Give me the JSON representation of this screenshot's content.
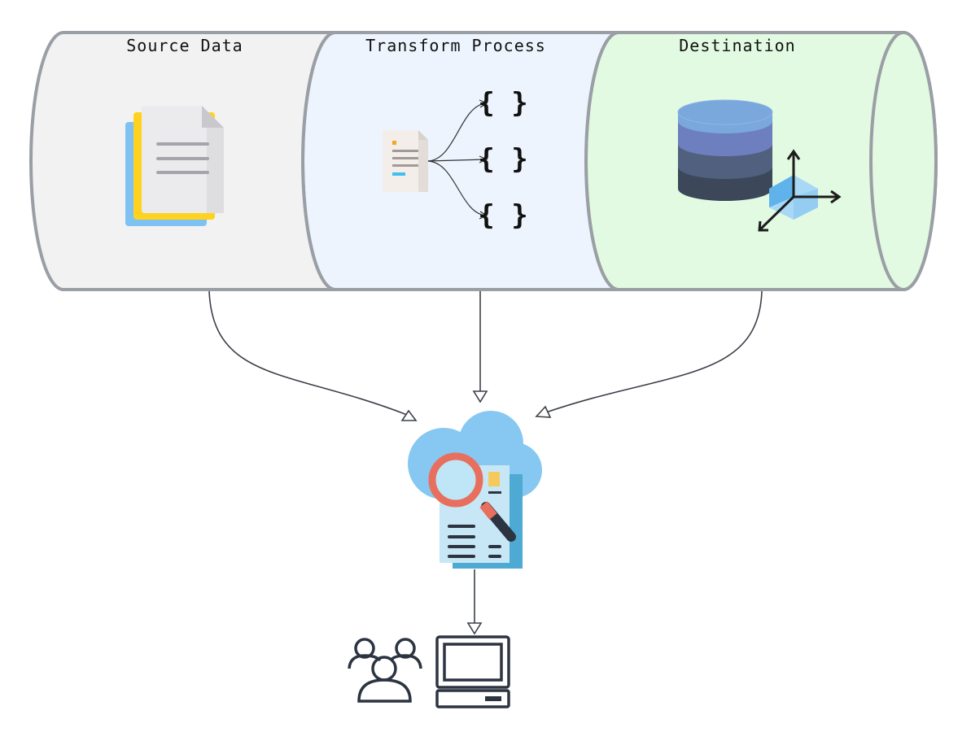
{
  "stages": [
    {
      "id": "source",
      "label": "Source Data",
      "fill": "#f2f2f3"
    },
    {
      "id": "transform",
      "label": "Transform Process",
      "fill": "#edf4fd"
    },
    {
      "id": "destination",
      "label": "Destination",
      "fill": "#e2fae1"
    }
  ],
  "transform": {
    "output_glyph": "{ }",
    "output_count": 3
  },
  "colors": {
    "pipe_stroke": "#9a9ea5",
    "edge": "#3b4048",
    "cloud": "#86c8f1",
    "magnifier_ring": "#e86f5d",
    "database_layers": [
      "#7aa7dc",
      "#6d7fbe",
      "#51607f",
      "#3c4759"
    ],
    "icon_dark": "#2b3440"
  },
  "icons": {
    "source": "documents-stack-icon",
    "transform_input": "document-icon",
    "transform_outputs": "json-braces-icon",
    "destination_db": "database-icon",
    "destination_axes": "3d-axes-cube-icon",
    "analysis": "cloud-document-search-icon",
    "users": "users-group-icon",
    "computer": "desktop-computer-icon"
  }
}
